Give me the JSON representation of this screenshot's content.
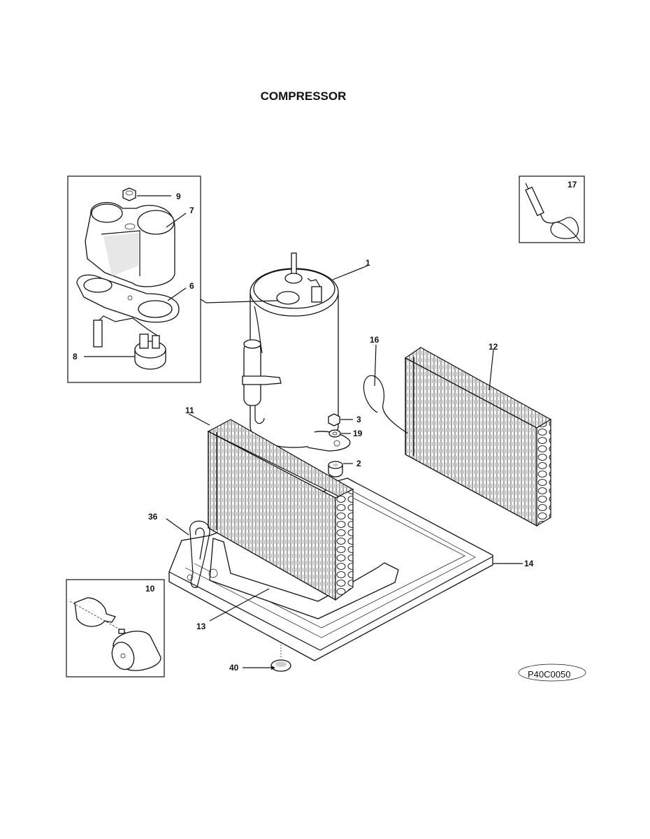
{
  "title": "COMPRESSOR",
  "drawing_code": "P40C0050",
  "callouts": {
    "c1": "1",
    "c2": "2",
    "c3": "3",
    "c6": "6",
    "c7": "7",
    "c8": "8",
    "c9": "9",
    "c10": "10",
    "c11": "11",
    "c12": "12",
    "c13": "13",
    "c14": "14",
    "c16": "16",
    "c17": "17",
    "c19": "19",
    "c36": "36",
    "c40": "40"
  }
}
